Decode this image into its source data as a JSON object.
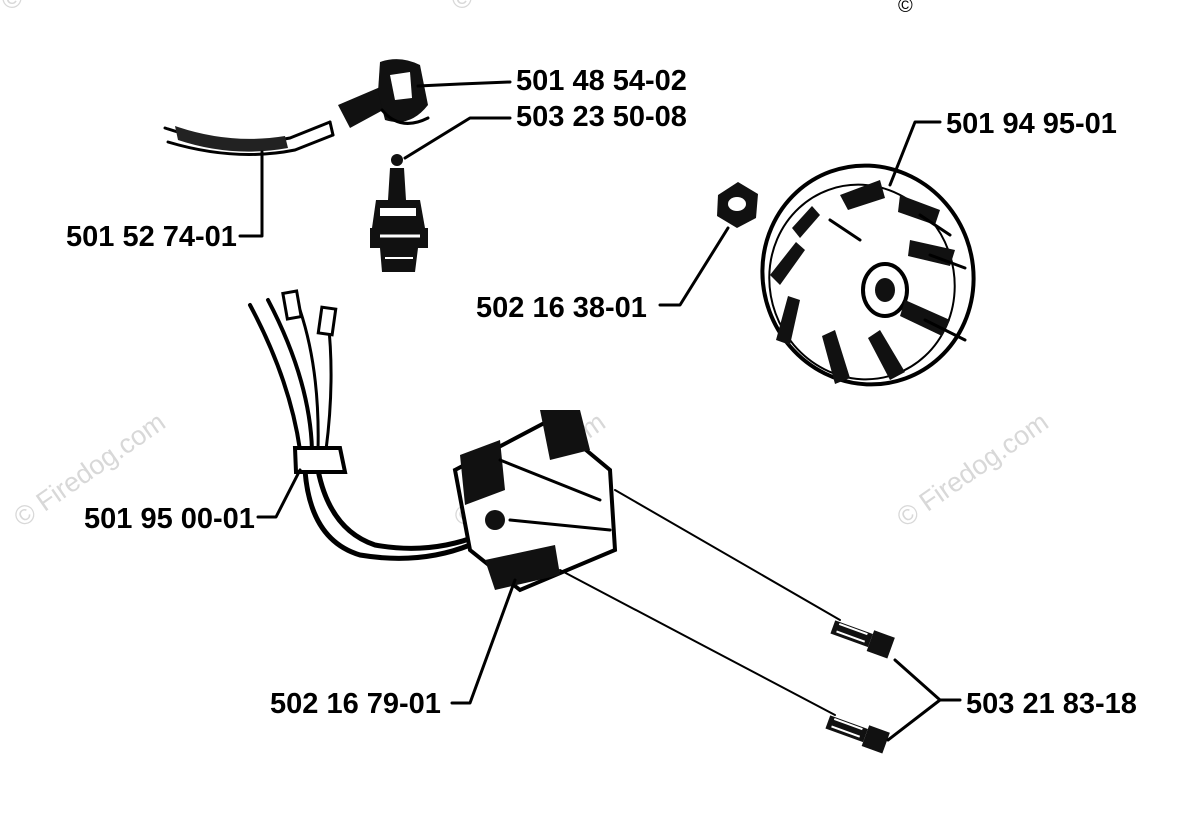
{
  "watermark": {
    "text": "© Firedog.com",
    "corner_symbol": "©"
  },
  "parts": [
    {
      "id": "plug-cap",
      "number": "501 48 54-02"
    },
    {
      "id": "spark-plug",
      "number": "503 23 50-08"
    },
    {
      "id": "flywheel",
      "number": "501 94 95-01"
    },
    {
      "id": "ignition-cable",
      "number": "501 52 74-01"
    },
    {
      "id": "flywheel-nut",
      "number": "502 16 38-01"
    },
    {
      "id": "cable-grommet",
      "number": "501 95 00-01"
    },
    {
      "id": "ignition-module",
      "number": "502 16 79-01"
    },
    {
      "id": "screws",
      "number": "503 21 83-18"
    }
  ]
}
